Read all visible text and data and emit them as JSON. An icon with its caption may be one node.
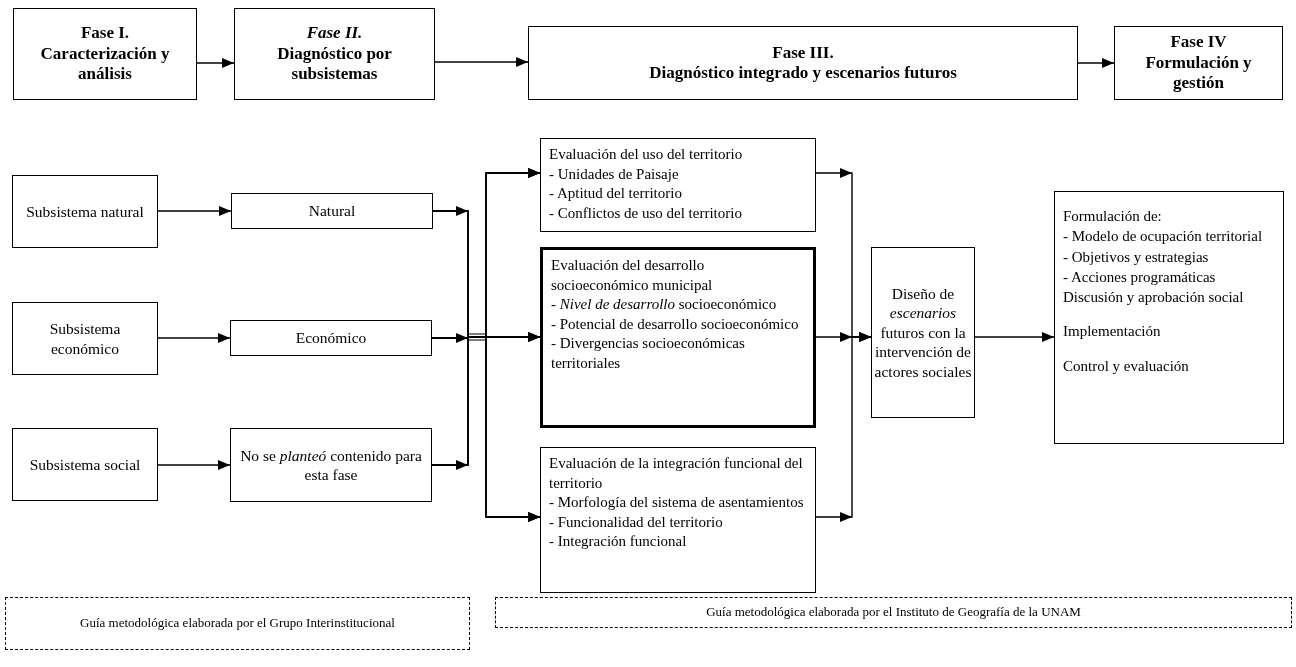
{
  "diagram": {
    "nodes": [
      {
        "text": [
          "Fase I.",
          "Caracterización y análisis"
        ]
      },
      {
        "text": [
          "*Fase II.*",
          "Diagnóstico por subsistemas"
        ]
      },
      {
        "text": [
          "Fase III.",
          "Diagnóstico integrado y escenarios futuros"
        ]
      },
      {
        "text": [
          "Fase IV",
          "Formulación y gestión"
        ]
      },
      {
        "text": [
          "Subsistema natural"
        ]
      },
      {
        "text": [
          "Subsistema económico"
        ]
      },
      {
        "text": [
          "Subsistema social"
        ]
      },
      {
        "text": [
          "Natural"
        ]
      },
      {
        "text": [
          "Económico"
        ]
      },
      {
        "text": [
          "No se *planteó* contenido para esta fase"
        ]
      },
      {
        "text": [
          "Evaluación del uso del territorio",
          "- Unidades de Paisaje",
          "- Aptitud del territorio",
          "- Conflictos de uso del territorio"
        ]
      },
      {
        "text": [
          "Evaluación del desarrollo socioeconómico municipal",
          "- *Nivel de desarrollo* socioeconómico",
          "- Potencial de desarrollo socioeconómico",
          "- Divergencias socioeconómicas territoriales"
        ]
      },
      {
        "text": [
          "Evaluación de la integración funcional del territorio",
          "- Morfología del sistema de asentamientos",
          "- Funcionalidad del territorio",
          "- Integración funcional"
        ]
      },
      {
        "text": [
          "Diseño de *escenarios* futuros con la intervención de actores sociales"
        ]
      },
      {
        "text": [
          "Formulación de:",
          "- Modelo de ocupación territorial",
          "- Objetivos y estrategias",
          "- Acciones programáticas",
          "Discusión y aprobación social",
          "Implementación",
          "Control y evaluación"
        ]
      },
      {
        "text": [
          "Guía metodológica elaborada por el Grupo Interinstitucional"
        ]
      },
      {
        "text": [
          "Guía metodológica elaborada por el Instituto de Geografía de la UNAM"
        ]
      }
    ],
    "edges": [
      {
        "from": 0,
        "to": 1,
        "arrow": "to"
      },
      {
        "from": 1,
        "to": 2,
        "arrow": "to"
      },
      {
        "from": 2,
        "to": 3,
        "arrow": "to"
      },
      {
        "from": 4,
        "to": 7,
        "arrow": "to"
      },
      {
        "from": 5,
        "to": 8,
        "arrow": "to"
      },
      {
        "from": 6,
        "to": 9,
        "arrow": "to"
      },
      {
        "from": 7,
        "to": 10,
        "arrow": "to"
      },
      {
        "from": 7,
        "to": 11,
        "arrow": "to"
      },
      {
        "from": 7,
        "to": 12,
        "arrow": "to"
      },
      {
        "from": 8,
        "to": 10,
        "arrow": "to"
      },
      {
        "from": 8,
        "to": 11,
        "arrow": "to"
      },
      {
        "from": 8,
        "to": 12,
        "arrow": "to"
      },
      {
        "from": 9,
        "to": 10,
        "arrow": "to"
      },
      {
        "from": 9,
        "to": 11,
        "arrow": "to"
      },
      {
        "from": 9,
        "to": 12,
        "arrow": "to"
      },
      {
        "from": 10,
        "to": 13,
        "arrow": "to"
      },
      {
        "from": 11,
        "to": 13,
        "arrow": "to"
      },
      {
        "from": 12,
        "to": 13,
        "arrow": "to"
      },
      {
        "from": 13,
        "to": 14,
        "arrow": "to"
      }
    ]
  }
}
